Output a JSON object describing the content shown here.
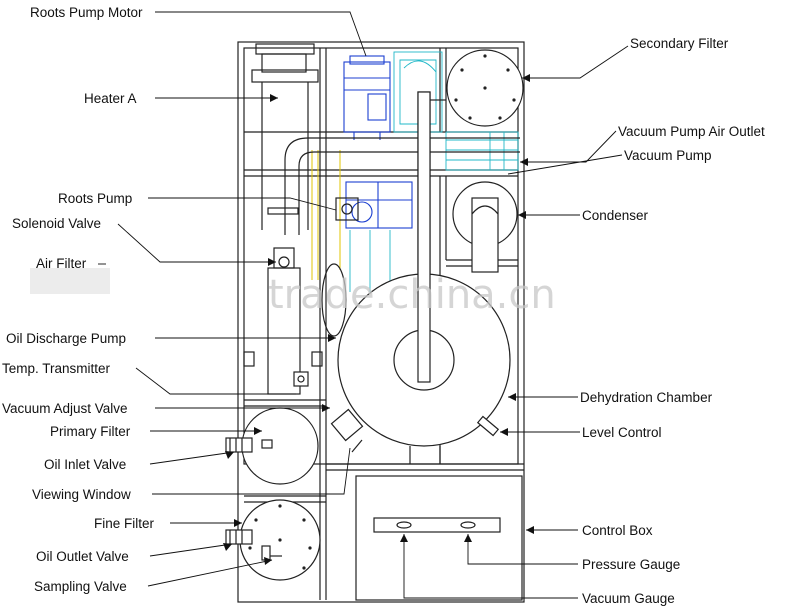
{
  "labels": {
    "roots_pump_motor": "Roots Pump Motor",
    "heater_a": "Heater A",
    "roots_pump": "Roots Pump",
    "solenoid_valve": "Solenoid Valve",
    "air_filter": "Air Filter",
    "oil_discharge_pump": "Oil Discharge Pump",
    "temp_transmitter": "Temp. Transmitter",
    "vacuum_adjust_valve": "Vacuum Adjust Valve",
    "primary_filter": "Primary Filter",
    "oil_inlet_valve": "Oil Inlet Valve",
    "viewing_window": "Viewing Window",
    "fine_filter": "Fine Filter",
    "oil_outlet_valve": "Oil Outlet Valve",
    "sampling_valve": "Sampling Valve",
    "secondary_filter": "Secondary Filter",
    "vacuum_pump_air_outlet": "Vacuum Pump Air Outlet",
    "vacuum_pump": "Vacuum Pump",
    "condenser": "Condenser",
    "dehydration_chamber": "Dehydration Chamber",
    "level_control": "Level Control",
    "control_box": "Control Box",
    "pressure_gauge": "Pressure Gauge",
    "vacuum_gauge": "Vacuum Gauge"
  },
  "watermark": "trade.china.cn",
  "colors": {
    "line": "#222222",
    "motor": "#1c3fd0",
    "pump": "#22b8c8",
    "heater": "#e2c400",
    "watermark": "#c8c8c8"
  }
}
